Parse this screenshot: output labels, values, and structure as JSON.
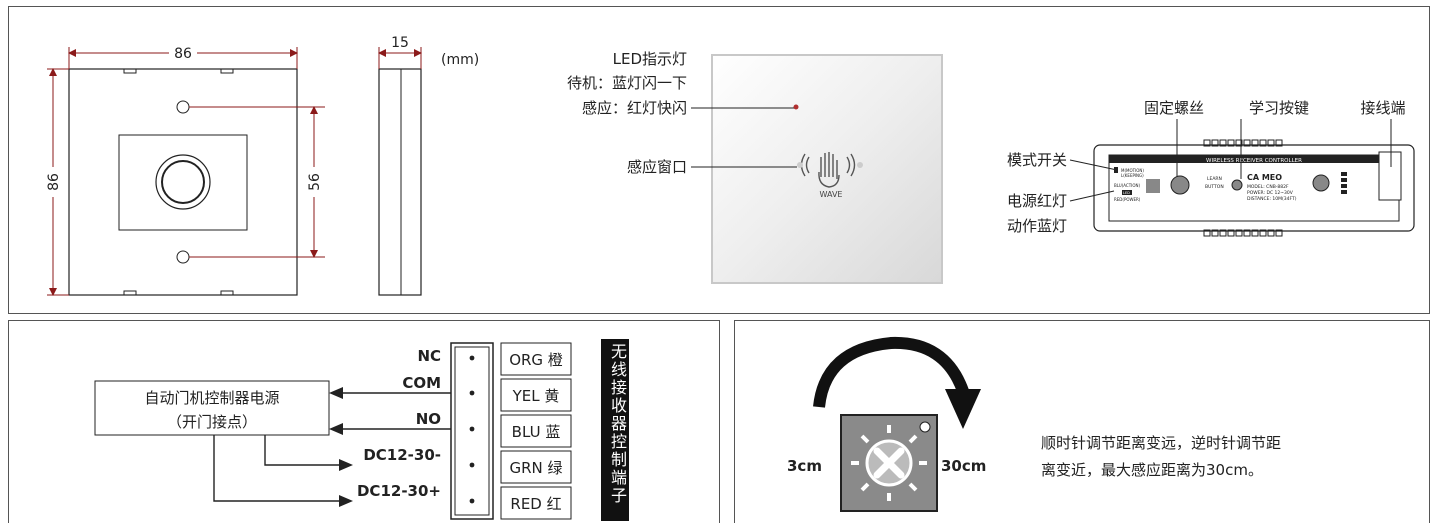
{
  "dimensions": {
    "width": "86",
    "height": "86",
    "hole_spacing": "56",
    "depth": "15",
    "unit": "(mm)"
  },
  "panel": {
    "led_title": "LED指示灯",
    "led_standby": "待机：蓝灯闪一下",
    "led_sense": "感应：红灯快闪",
    "sensor_window": "感应窗口",
    "wave_label": "WAVE"
  },
  "receiver": {
    "fixing_screw": "固定螺丝",
    "learn_button": "学习按键",
    "terminal": "接线端",
    "mode_switch": "模式开关",
    "power_led": "电源红灯",
    "action_led": "动作蓝灯",
    "pcb_title": "WIRELESS RECEIVER CONTROLLER",
    "brand": "CA MEO",
    "model": "MODEL: CNB-882F",
    "power": "POWER: DC 12~30V",
    "distance": "DISTANCE: 10M(34FT)",
    "learn_text": "LEARN",
    "button_text": "BUTTON",
    "mode1": "M(MOTION)",
    "mode2": "L(KEEPING)",
    "act": "BLU(ACTION)",
    "led": "LED",
    "pwr": "RED(POWER)"
  },
  "wiring": {
    "controller_line1": "自动门机控制器电源",
    "controller_line2": "（开门接点）",
    "labels": [
      "NC",
      "COM",
      "NO",
      "DC12-30-",
      "DC12-30+"
    ],
    "wires": [
      "ORG 橙",
      "YEL 黄",
      "BLU 蓝",
      "GRN 绿",
      "RED 红"
    ],
    "vertical_label": "无线接收器控制端子"
  },
  "distance_adjust": {
    "min": "3cm",
    "max": "30cm",
    "note_line1": "顺时针调节距离变远，逆时针调节距",
    "note_line2": "离变近，最大感应距离为30cm。"
  }
}
